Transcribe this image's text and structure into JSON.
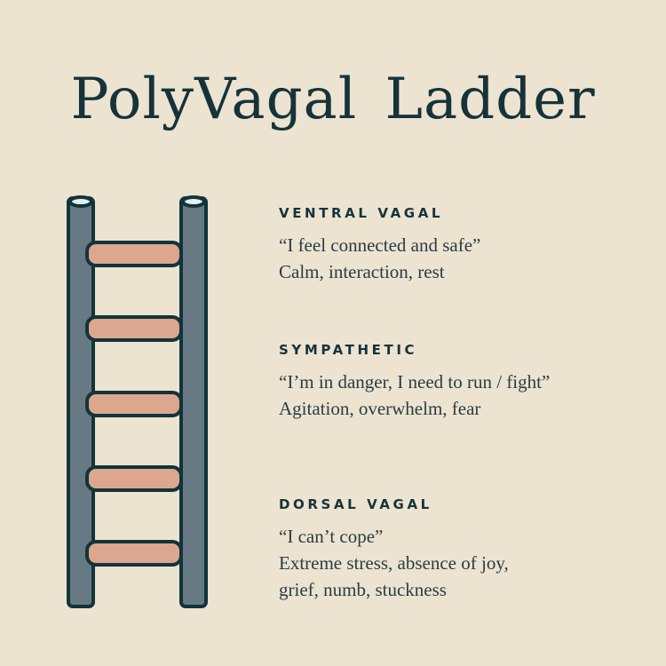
{
  "title": "PolyVagal  Ladder",
  "colors": {
    "background": "#ece3d1",
    "text": "#16333a",
    "rail": "#677a83",
    "rung": "#dca68f",
    "outline": "#12343a"
  },
  "sections": [
    {
      "heading": "VENTRAL VAGAL",
      "lines": [
        "“I feel connected and safe”",
        "Calm, interaction, rest"
      ]
    },
    {
      "heading": "SYMPATHETIC",
      "lines": [
        "“I’m in danger, I need to run / fight”",
        "Agitation, overwhelm, fear"
      ]
    },
    {
      "heading": "DORSAL VAGAL",
      "lines": [
        "“I can’t cope”",
        "Extreme stress, absence of joy,",
        "grief, numb, stuckness"
      ]
    }
  ]
}
